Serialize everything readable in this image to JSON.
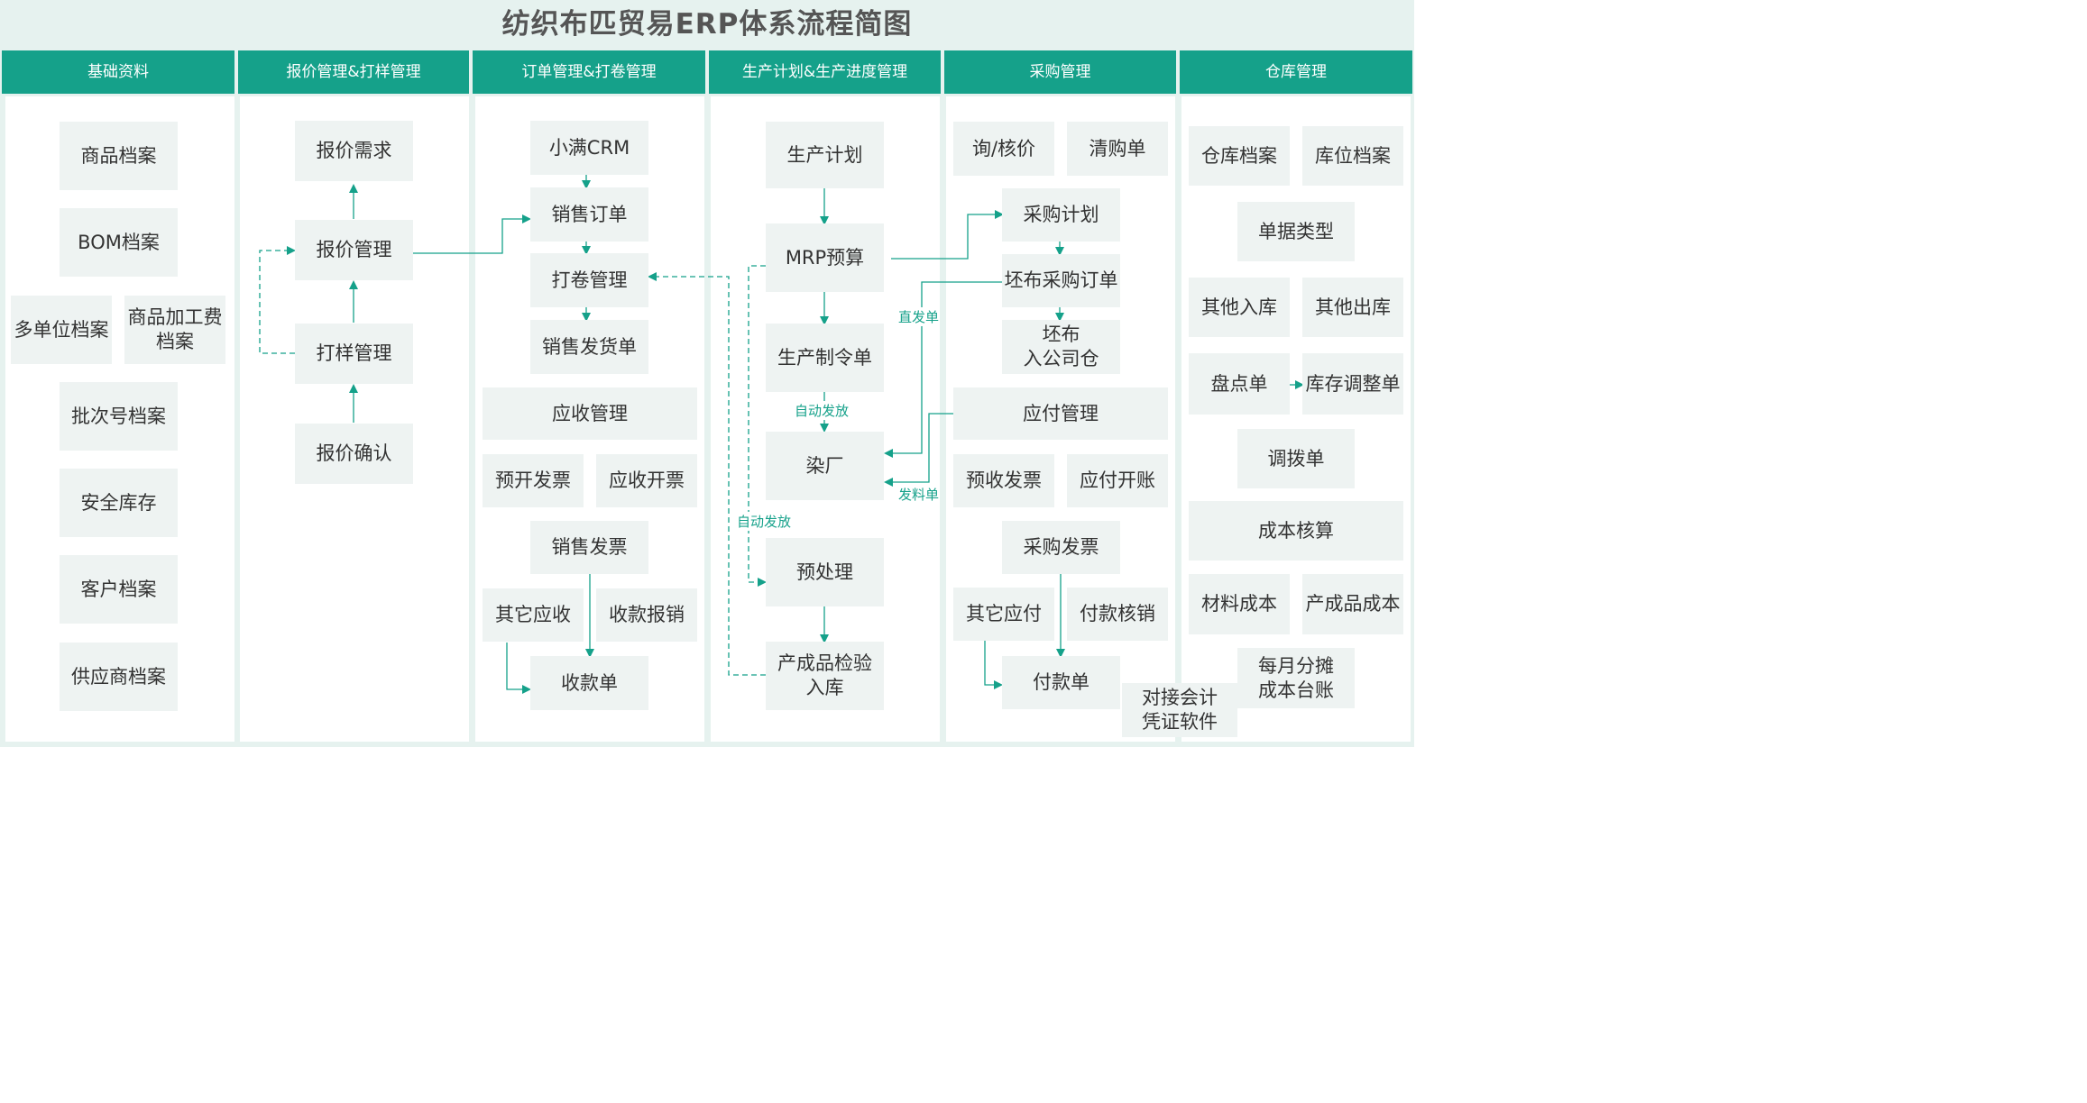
{
  "title": "纺织布匹贸易ERP体系流程简图",
  "colors": {
    "accent": "#15a18a",
    "box": "#eef3f2",
    "background": "#e6f2ef",
    "text": "#333333"
  },
  "columns": [
    "基础资料",
    "报价管理&打样管理",
    "订单管理&打卷管理",
    "生产计划&生产进度管理",
    "采购管理",
    "仓库管理"
  ],
  "boxes": {
    "b1": "商品档案",
    "b2": "BOM档案",
    "b3": "多单位档案",
    "b4": "商品加工费\n档案",
    "b5": "批次号档案",
    "b6": "安全库存",
    "b7": "客户档案",
    "b8": "供应商档案",
    "q1": "报价需求",
    "q2": "报价管理",
    "q3": "打样管理",
    "q4": "报价确认",
    "o1": "小满CRM",
    "o2": "销售订单",
    "o3": "打卷管理",
    "o4": "销售发货单",
    "o5": "应收管理",
    "o6": "预开发票",
    "o7": "应收开票",
    "o8": "销售发票",
    "o9": "其它应收",
    "o10": "收款报销",
    "o11": "收款单",
    "p1": "生产计划",
    "p2": "MRP预算",
    "p3": "生产制令单",
    "p4": "染厂",
    "p5": "预处理",
    "p6": "产成品检验\n入库",
    "c1": "询/核价",
    "c2": "清购单",
    "c3": "采购计划",
    "c4": "坯布采购订单",
    "c5": "坯布\n入公司仓",
    "c6": "应付管理",
    "c7": "预收发票",
    "c8": "应付开账",
    "c9": "采购发票",
    "c10": "其它应付",
    "c11": "付款核销",
    "c12": "付款单",
    "w1": "仓库档案",
    "w2": "库位档案",
    "w3": "单据类型",
    "w4": "其他入库",
    "w5": "其他出库",
    "w6": "盘点单",
    "w7": "库存调整单",
    "w8": "调拨单",
    "w9": "成本核算",
    "w10": "材料成本",
    "w11": "产成品成本",
    "w12": "每月分摊\n成本台账",
    "w13": "对接会计\n凭证软件"
  },
  "labels": {
    "l1": "直发单",
    "l2": "自动发放",
    "l3": "发料单",
    "l4": "自动发放"
  }
}
